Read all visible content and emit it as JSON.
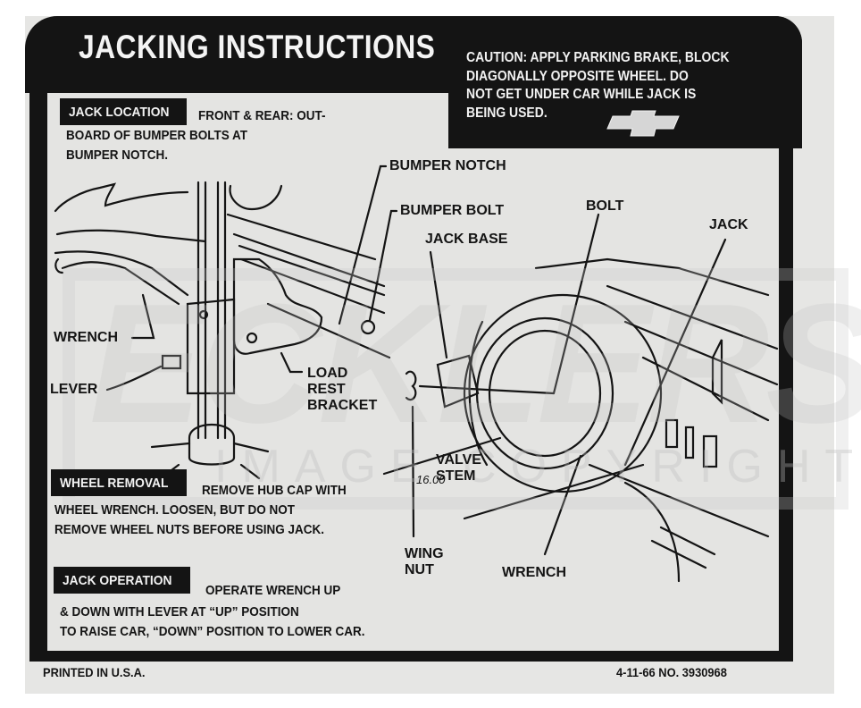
{
  "header": {
    "title": "JACKING INSTRUCTIONS",
    "caution": "CAUTION: APPLY PARKING BRAKE, BLOCK\nDIAGONALLY OPPOSITE WHEEL. DO\nNOT GET UNDER CAR WHILE JACK IS\nBEING USED.",
    "logo_icon": "chevrolet-bowtie-icon"
  },
  "sections": {
    "jack_location": {
      "label": "JACK LOCATION",
      "text_first": "FRONT & REAR: OUT-",
      "text_rest": "BOARD OF BUMPER BOLTS AT\nBUMPER NOTCH."
    },
    "wheel_removal": {
      "label": "WHEEL REMOVAL",
      "text_first": "REMOVE HUB CAP WITH",
      "text_rest": "WHEEL WRENCH. LOOSEN, BUT DO NOT\nREMOVE WHEEL NUTS BEFORE USING JACK."
    },
    "jack_operation": {
      "label": "JACK OPERATION",
      "text_first": "OPERATE WRENCH UP",
      "text_rest": "& DOWN WITH LEVER AT “UP” POSITION\nTO RAISE CAR, “DOWN” POSITION TO LOWER CAR."
    }
  },
  "diagram_labels": {
    "bumper_notch": "BUMPER NOTCH",
    "bumper_bolt": "BUMPER BOLT",
    "jack_base": "JACK BASE",
    "bolt": "BOLT",
    "jack": "JACK",
    "wrench_left": "WRENCH",
    "lever": "LEVER",
    "load_rest_bracket": "LOAD\nREST\nBRACKET",
    "valve_stem": "VALVE\nSTEM",
    "tire_size": "16.00",
    "wing_nut": "WING\nNUT",
    "wrench_right": "WRENCH"
  },
  "footer": {
    "printed": "PRINTED IN U.S.A.",
    "date_number": "4-11-66   NO. 3930968"
  },
  "watermark": {
    "main": "ECKLERS",
    "sub": "IMAGE COPYRIGHT"
  },
  "colors": {
    "ink": "#141414",
    "paper": "#e4e4e2",
    "reverse_text": "#f2f2f2"
  }
}
